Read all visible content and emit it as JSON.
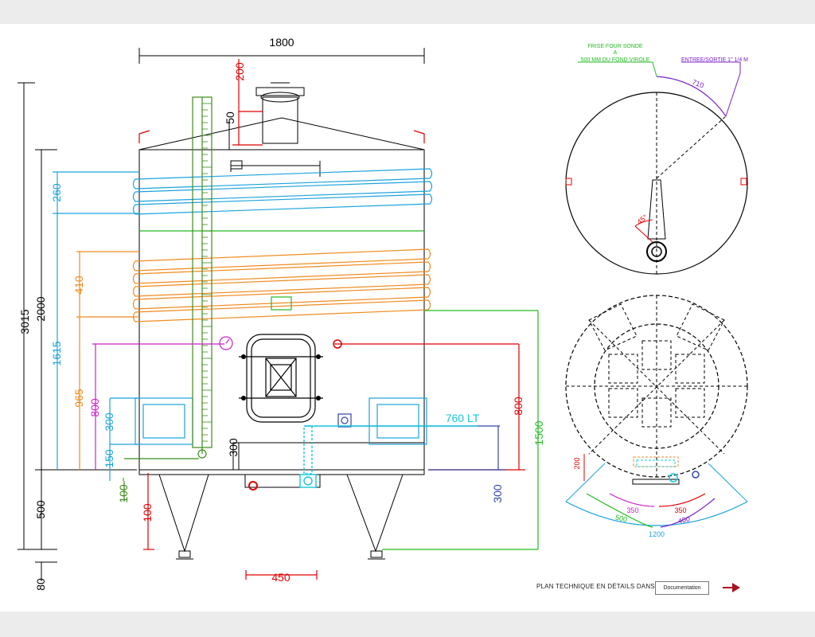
{
  "colors": {
    "black": "#000000",
    "red": "#e00000",
    "blue": "#1aa3dc",
    "orange": "#f08a1c",
    "green": "#22bb22",
    "olive": "#3c8c1a",
    "magenta": "#cc22cc",
    "purple": "#7722cc",
    "navy": "#3344aa",
    "cyan": "#14c8d8",
    "darkred": "#aa1122"
  },
  "dimensions": {
    "top_width": "1800",
    "overall_height": "3015",
    "body_height": "2000",
    "cooling_height": "1615",
    "blue_jacket": "260",
    "orange_jacket": "410",
    "orange_level": "965",
    "magenta_level": "800",
    "blue_box": "300",
    "blue_offset": "150",
    "green_offset": "100",
    "legs": "500",
    "feet": "80",
    "lid_height": "200",
    "neck_height": "50",
    "outlet_height": "300",
    "red_drain": "100",
    "leg_spacing": "450",
    "navy_valve": "300",
    "red_valve": "800",
    "green_total": "1500",
    "volume_label": "760 LT"
  },
  "top_view": {
    "probe_note_line1": "FRISE FOUR SONDE",
    "probe_note_line2": "A",
    "probe_note_line3": "500 MM DU FOND VIROLE",
    "inlet_note": "ENTREE/SORTIE 1\" 1/4 M",
    "arc_710": "710",
    "angle": "45°"
  },
  "bottom_view": {
    "dim_200": "200",
    "dim_350_left": "350",
    "dim_350_right": "350",
    "dim_500": "500",
    "dim_400": "400",
    "dim_1200": "1200"
  },
  "cta": {
    "label": "PLAN TECHNIQUE EN DÉTAILS DANS",
    "button": "Documentation",
    "arrow_icon": "arrow-right-icon"
  }
}
